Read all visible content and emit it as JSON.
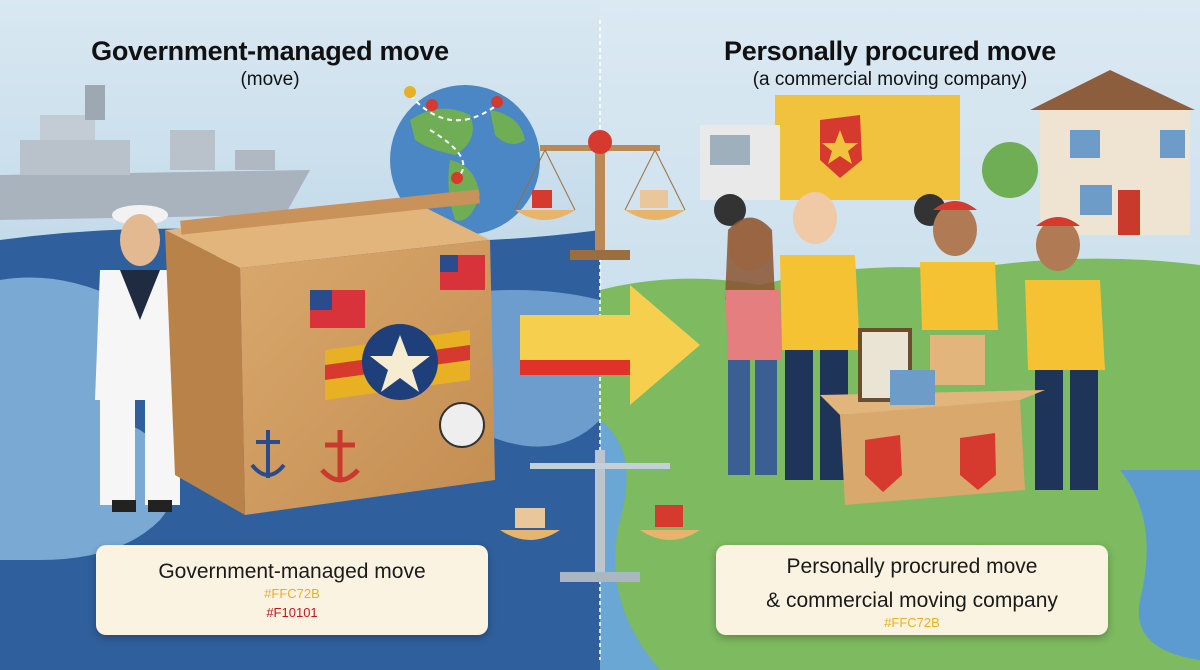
{
  "left_panel": {
    "heading": "Government-managed move",
    "subheading": "(move)",
    "card_title": "Government-managed move",
    "card_colors": [
      "#FFC72B",
      "#F10101"
    ]
  },
  "right_panel": {
    "heading": "Personally procured move",
    "subheading": "(a commercial moving company)",
    "card_title_line1": "Personally procrured move",
    "card_title_line2": "& commercial moving company",
    "card_colors": [
      "#FFC72B"
    ]
  },
  "palette": {
    "yellow": "#FFC72B",
    "red": "#F10101",
    "navy": "#1c3f7a"
  },
  "icons": [
    "navy-ship-icon",
    "globe-icon",
    "balance-scale-icon",
    "moving-truck-icon",
    "house-icon",
    "shipping-box-icon",
    "sailor-figure-icon",
    "arrow-right-icon",
    "mover-figure-icon",
    "flag-icon",
    "anchor-icon",
    "star-roundel-icon",
    "shield-emblem-icon"
  ]
}
